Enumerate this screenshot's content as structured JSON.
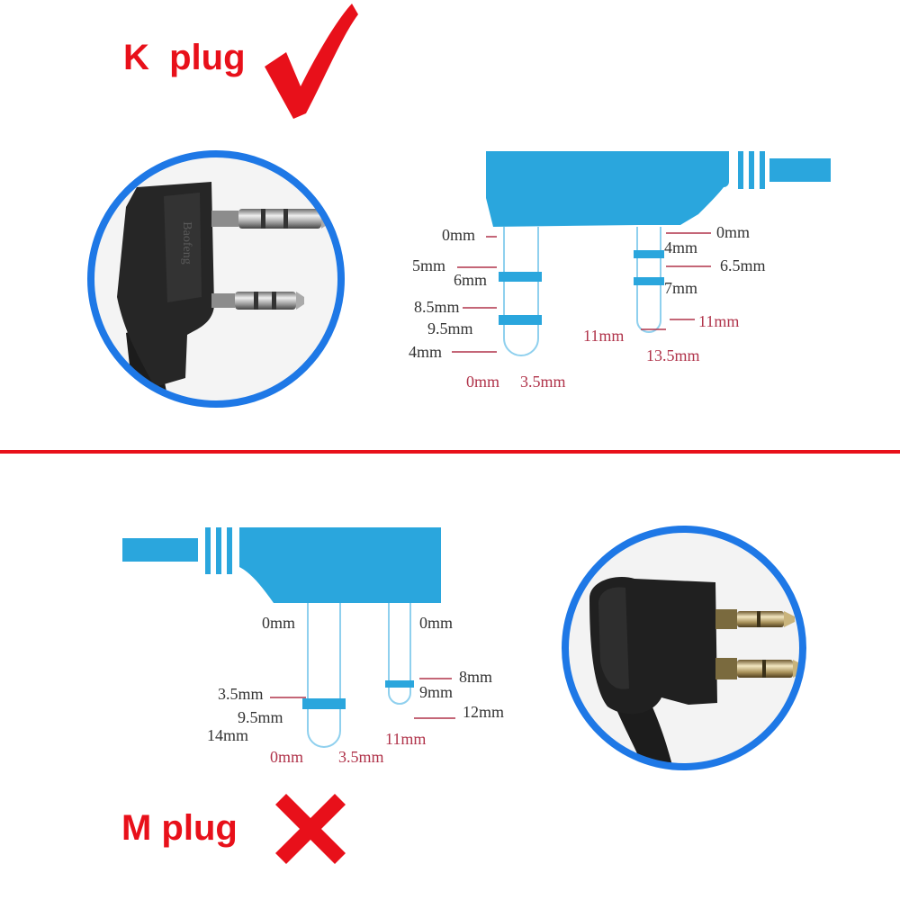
{
  "colors": {
    "accent_red": "#e8101a",
    "diagram_blue": "#2aa6dd",
    "ring_blue": "#1e78e6",
    "label_dark": "#333333",
    "label_red": "#b0334a"
  },
  "k_plug": {
    "title": "K  plug",
    "status_icon": "checkmark-icon",
    "photo": "k-plug-photo",
    "photo_brand": "Baofeng",
    "left_pin": {
      "labels": [
        "0mm",
        "5mm",
        "6mm",
        "8.5mm",
        "9.5mm",
        "4mm"
      ],
      "bottom": [
        "0mm",
        "3.5mm"
      ]
    },
    "right_pin": {
      "labels": [
        "0mm",
        "4mm",
        "6.5mm",
        "7mm",
        "11mm",
        "11mm"
      ],
      "bottom": "13.5mm"
    }
  },
  "m_plug": {
    "title": "M plug",
    "status_icon": "cross-icon",
    "photo": "m-plug-photo",
    "left_pin": {
      "labels": [
        "0mm",
        "3.5mm",
        "9.5mm",
        "14mm"
      ],
      "bottom": [
        "0mm",
        "3.5mm"
      ]
    },
    "right_pin": {
      "labels": [
        "0mm",
        "8mm",
        "9mm",
        "12mm",
        "11mm"
      ]
    }
  }
}
